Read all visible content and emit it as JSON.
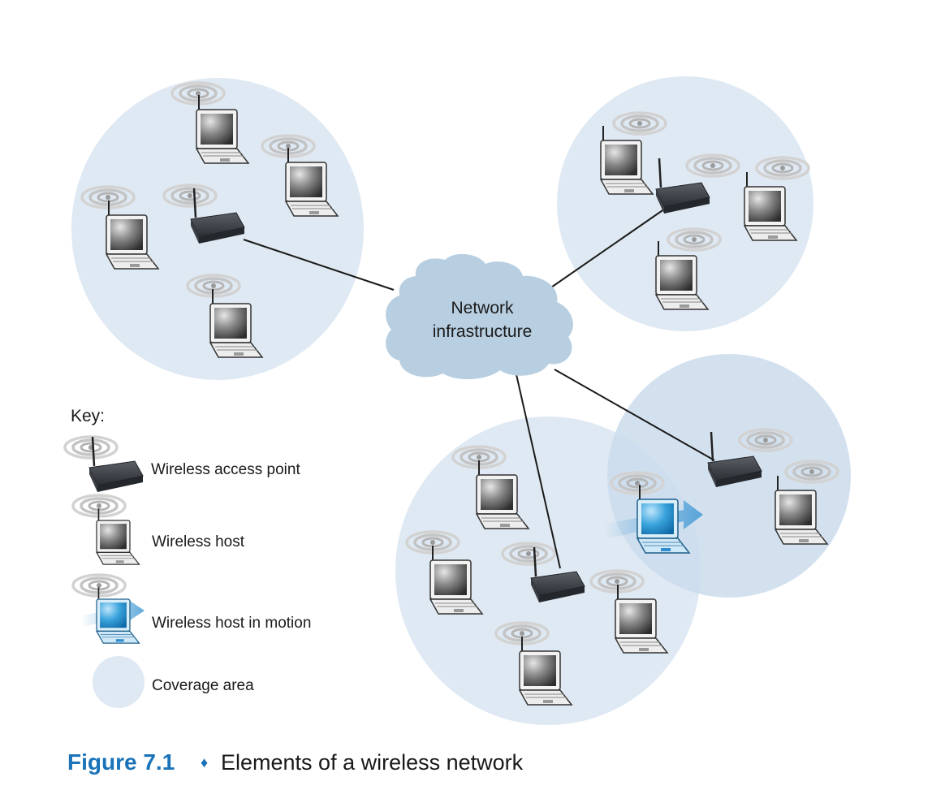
{
  "diagram": {
    "cloud_label_line1": "Network",
    "cloud_label_line2": "infrastructure"
  },
  "key": {
    "title": "Key:",
    "items": [
      {
        "icon": "access-point-icon",
        "label": "Wireless access point"
      },
      {
        "icon": "laptop-icon",
        "label": "Wireless host"
      },
      {
        "icon": "moving-laptop-icon",
        "label": "Wireless host in motion"
      },
      {
        "icon": "coverage-area-icon",
        "label": "Coverage area"
      }
    ]
  },
  "caption": {
    "figure_number": "Figure 7.1",
    "separator": "♦",
    "title": "Elements of a wireless network"
  },
  "colors": {
    "coverage_fill": "#dfe9f3",
    "cloud_fill": "#b8cfe2",
    "caption_accent": "#1a73b8",
    "device_dark": "#3a3d42",
    "motion_blue": "#2e8fd0"
  }
}
